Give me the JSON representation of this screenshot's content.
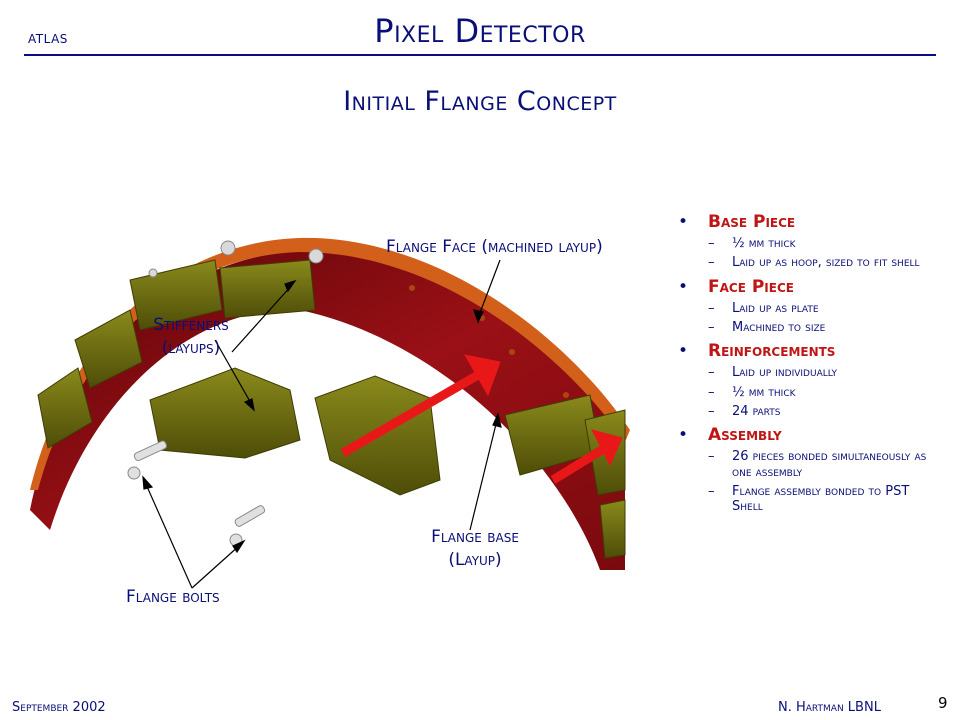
{
  "header": {
    "org": "atlas",
    "title": "Pixel Detector"
  },
  "slide": {
    "title": "Initial Flange Concept"
  },
  "callouts": {
    "flange_face": "Flange Face (machined layup)",
    "stiffeners_line1": "Stiffeners",
    "stiffeners_line2": "(layups)",
    "flange_base_line1": "Flange base",
    "flange_base_line2": "(Layup)",
    "flange_bolts": "Flange bolts"
  },
  "bullets": [
    {
      "label": "Base Piece",
      "items": [
        "½ mm thick",
        "Laid up as hoop, sized to fit shell"
      ]
    },
    {
      "label": "Face Piece",
      "items": [
        "Laid up as plate",
        "Machined to size"
      ]
    },
    {
      "label": "Reinforcements",
      "items": [
        "Laid up individually",
        "½ mm thick",
        "24 parts"
      ]
    },
    {
      "label": "Assembly",
      "items": [
        "26 pieces bonded simultaneously as one assembly",
        "Flange assembly bonded to PST Shell"
      ]
    }
  ],
  "footer": {
    "date": "September 2002",
    "author": "N. Hartman LBNL",
    "page": "9"
  },
  "colors": {
    "title": "#0a0f78",
    "bullet_label": "#c01515",
    "flange_base": "#8a0c10",
    "flange_face": "#d2601a",
    "stiffener": "#6b6a0e",
    "arrow": "#e81818"
  }
}
